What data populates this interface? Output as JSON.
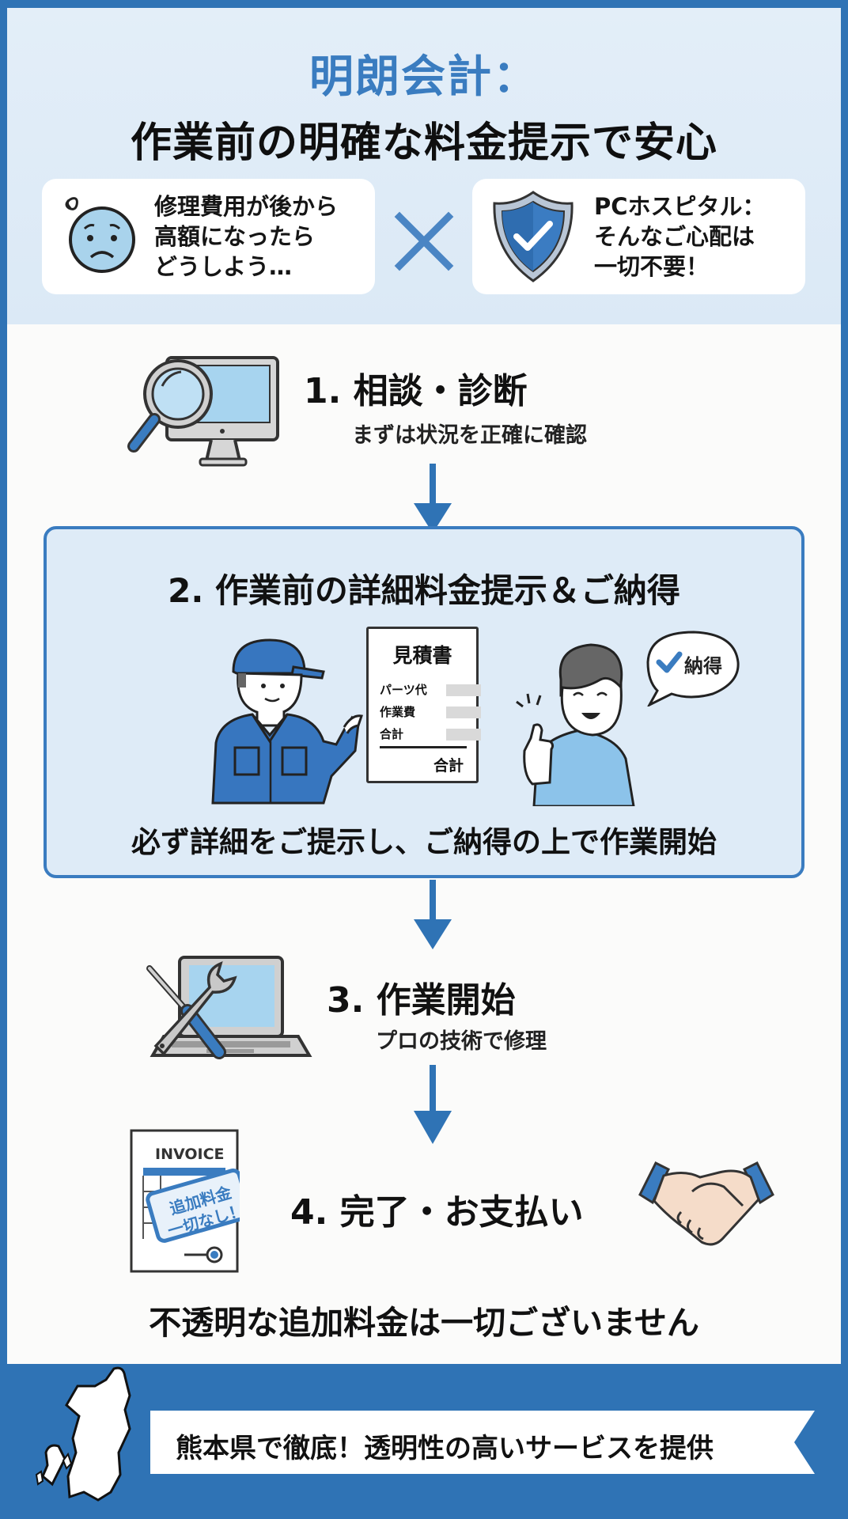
{
  "header": {
    "title_line1": "明朗会計：",
    "title_line2": "作業前の明確な料金提示で安心",
    "worry_card": {
      "icon": "worried-face-icon",
      "lines": [
        "修理費用が後から",
        "高額になったら",
        "どうしよう…"
      ]
    },
    "versus_icon": "cross-icon",
    "assurance_card": {
      "icon": "shield-check-icon",
      "lines": [
        "PCホスピタル：",
        "そんなご心配は",
        "一切不要！"
      ]
    }
  },
  "steps": [
    {
      "title": "1. 相談・診断",
      "subtitle": "まずは状況を正確に確認",
      "icon": "magnifier-monitor-icon"
    },
    {
      "title": "2. 作業前の詳細料金提示＆ご納得",
      "subtitle": "必ず詳細をご提示し、ご納得の上で作業開始",
      "estimate": {
        "title": "見積書",
        "rows": [
          "パーツ代",
          "作業費",
          "合計"
        ],
        "total_label": "合計"
      },
      "bubble": "納得",
      "icons": [
        "technician-icon",
        "customer-thumbs-up-icon",
        "check-icon"
      ]
    },
    {
      "title": "3. 作業開始",
      "subtitle": "プロの技術で修理",
      "icon": "laptop-tools-icon"
    },
    {
      "title": "4. 完了・お支払い",
      "subtitle": "不透明な追加料金は一切ございません",
      "invoice": {
        "label": "INVOICE",
        "stamp_lines": [
          "追加料金",
          "一切なし！"
        ]
      },
      "icons": [
        "invoice-icon",
        "handshake-icon"
      ]
    }
  ],
  "footer": {
    "map_icon": "kumamoto-map-icon",
    "banner_text": "熊本県で徹底！透明性の高いサービスを提供"
  },
  "colors": {
    "brand_blue": "#2f73b5",
    "accent_blue": "#3a7cc0",
    "light_blue": "#deebf7"
  }
}
